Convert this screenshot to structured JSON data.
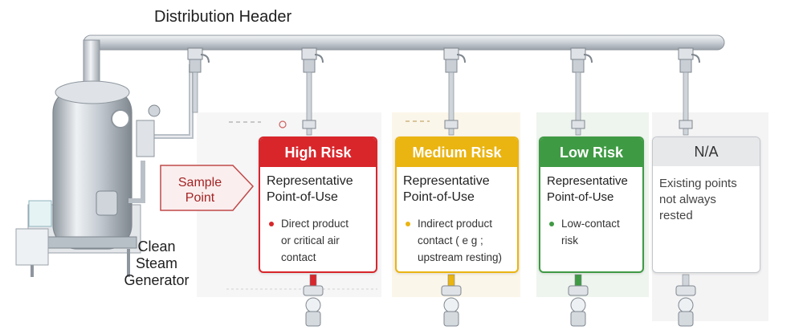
{
  "header": {
    "title": "Distribution Header"
  },
  "generator": {
    "label_lines": [
      "Clean",
      "Steam",
      "Generator"
    ]
  },
  "sample_point": {
    "label_lines": [
      "Sample",
      "Point"
    ]
  },
  "cards": [
    {
      "heading": "High Risk",
      "title_lines": [
        "Representative",
        "Point-of-Use"
      ],
      "bullet_lines": [
        "Direct product",
        "or critical air",
        "contact"
      ],
      "color": "#d8262b"
    },
    {
      "heading": "Medium Risk",
      "title_lines": [
        "Representative",
        "Point-of-Use"
      ],
      "bullet_lines": [
        "Indirect product",
        "contact ( e g ;",
        "upstream resting)"
      ],
      "color": "#eab411"
    },
    {
      "heading": "Low Risk",
      "title_lines": [
        "Representative",
        "Point-of-Use"
      ],
      "bullet_lines": [
        "Low-contact",
        "risk"
      ],
      "color": "#3f9a44"
    },
    {
      "heading": "N/A",
      "title_lines": [
        "Existing points",
        "not always",
        "rested"
      ],
      "color": "#8f9298"
    }
  ],
  "colors": {
    "pipe": "#d9dee3",
    "pipe_edge": "#8e969e",
    "sample_arrow": "#b23030",
    "gray_band": "#e7e8ea"
  }
}
